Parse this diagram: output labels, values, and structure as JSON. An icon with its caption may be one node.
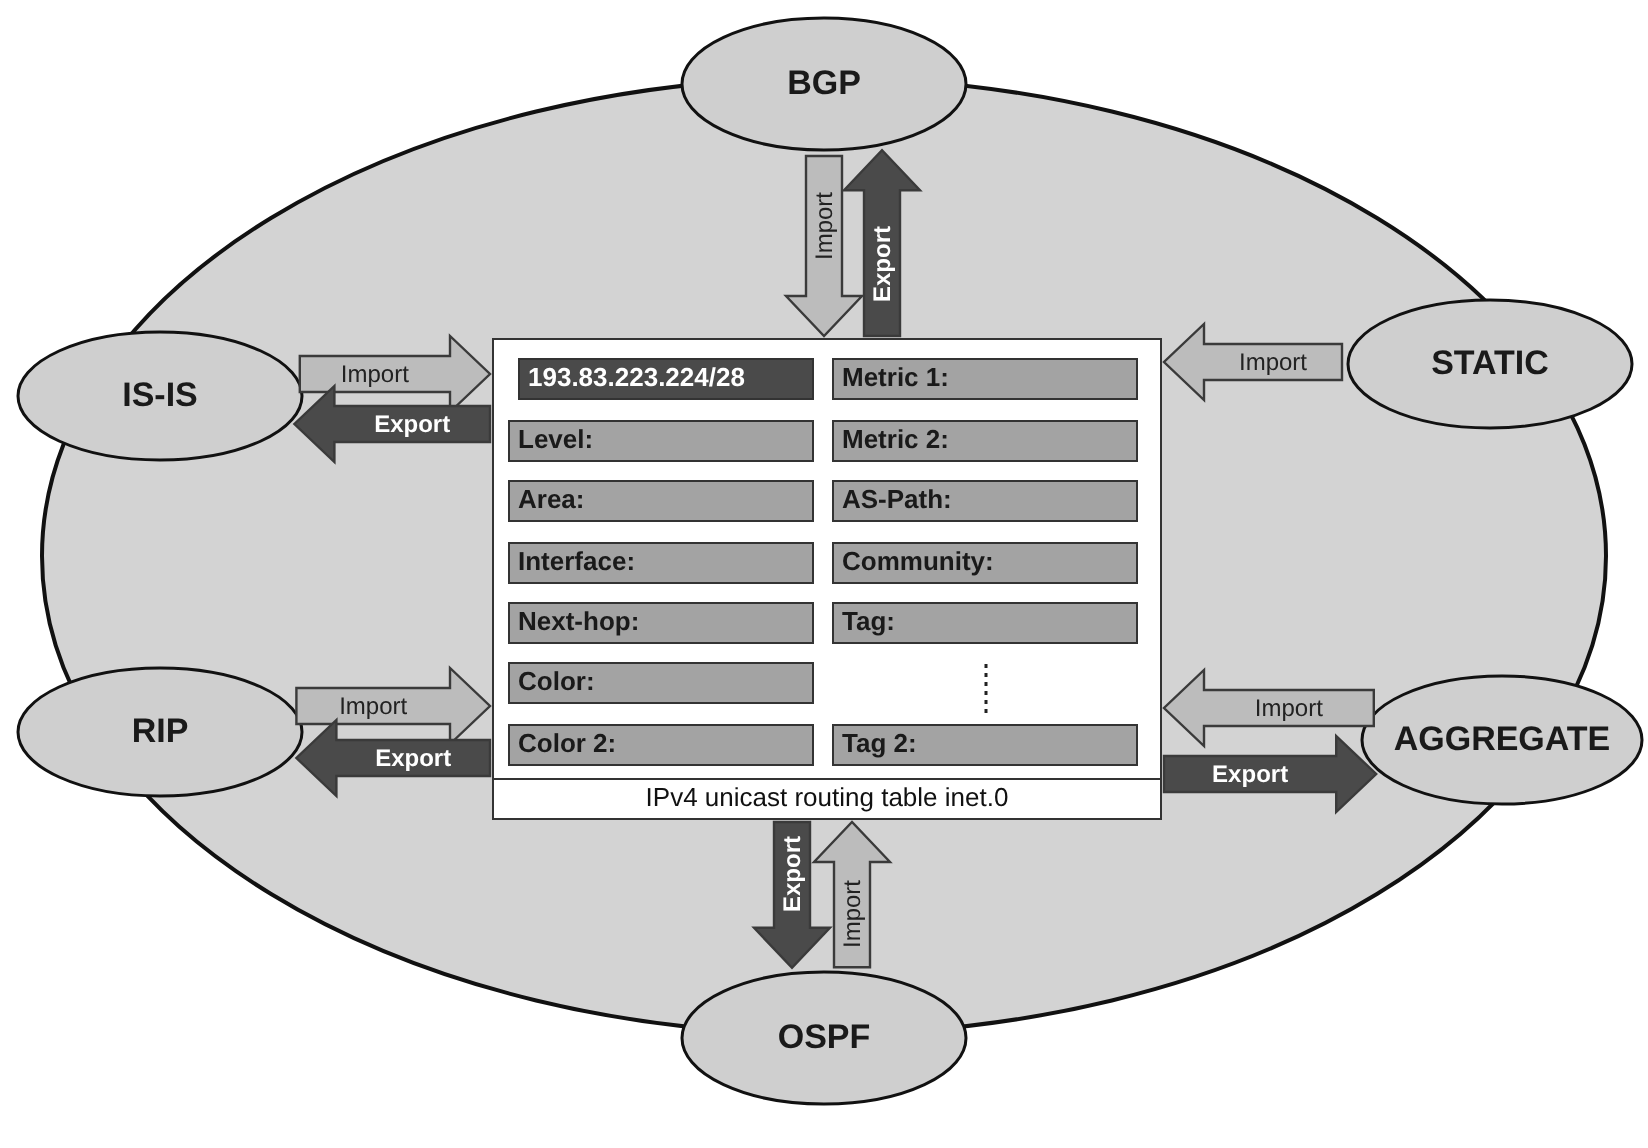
{
  "diagram": {
    "nodes": [
      {
        "text": [],
        "shape": "ellipse"
      },
      {
        "text": [
          "BGP"
        ]
      },
      {
        "text": [
          "IS-IS"
        ]
      },
      {
        "text": [
          "STATIC"
        ]
      },
      {
        "text": [
          "IPv4 unicast routing table inet.0"
        ],
        "in": 0
      },
      {
        "text": [
          "193.83.223.224/28"
        ],
        "in": 4
      },
      {
        "text": [
          "Metric 1:"
        ],
        "in": 4
      },
      {
        "text": [
          "Level:"
        ],
        "in": 4
      },
      {
        "text": [
          "Metric 2:"
        ],
        "in": 4
      },
      {
        "text": [
          "Area:"
        ],
        "in": 4
      },
      {
        "text": [
          "AS-Path:"
        ],
        "in": 4
      },
      {
        "text": [
          "Interface:"
        ],
        "in": 4
      },
      {
        "text": [
          "Community:"
        ],
        "in": 4
      },
      {
        "text": [
          "Next-hop:"
        ],
        "in": 4
      },
      {
        "text": [
          "Tag:"
        ],
        "in": 4
      },
      {
        "text": [
          "Color:"
        ],
        "in": 4
      },
      {
        "text": [
          "Color 2:"
        ],
        "in": 4
      },
      {
        "text": [
          "Tag 2:"
        ],
        "in": 4
      },
      {
        "text": [
          "RIP"
        ]
      },
      {
        "text": [
          "AGGREGATE"
        ]
      },
      {
        "text": [
          "OSPF"
        ]
      }
    ],
    "edges": [
      {
        "from": 1,
        "to": 4,
        "arrow": "to",
        "label": "Import"
      },
      {
        "from": 4,
        "to": 1,
        "arrow": "to",
        "label": "Export",
        "color": "#4a4a4a"
      },
      {
        "from": 2,
        "to": 4,
        "arrow": "to",
        "label": "Import"
      },
      {
        "from": 4,
        "to": 2,
        "arrow": "to",
        "label": "Export",
        "color": "#4a4a4a"
      },
      {
        "from": 3,
        "to": 4,
        "arrow": "to",
        "label": "Import"
      },
      {
        "from": 18,
        "to": 4,
        "arrow": "to",
        "label": "Import"
      },
      {
        "from": 4,
        "to": 18,
        "arrow": "to",
        "label": "Export",
        "color": "#4a4a4a"
      },
      {
        "from": 19,
        "to": 4,
        "arrow": "to",
        "label": "Import"
      },
      {
        "from": 4,
        "to": 19,
        "arrow": "to",
        "label": "Export",
        "color": "#4a4a4a"
      },
      {
        "from": 4,
        "to": 20,
        "arrow": "to",
        "label": "Export",
        "color": "#4a4a4a"
      },
      {
        "from": 20,
        "to": 4,
        "arrow": "to",
        "label": "Import"
      }
    ]
  }
}
